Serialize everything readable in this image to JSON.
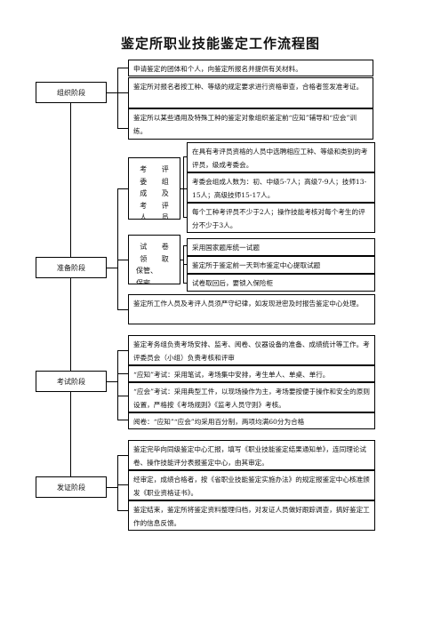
{
  "title": "鉴定所职业技能鉴定工作流程图",
  "stages": {
    "organize": "组织阶段",
    "prepare": "准备阶段",
    "exam": "考试阶段",
    "certificate": "发证阶段"
  },
  "organize_steps": [
    "申请鉴定的团体和个人，向鉴定所报名并提供有关材料。",
    "鉴定所对报名者按工种、等级的规定要求进行资格审查，合格者签发准考证。",
    "鉴定所以某些通用及特殊工种的鉴定对象组织鉴定前“应知”辅导和“应会”训练。"
  ],
  "committee": {
    "label_left": [
      "考",
      "委",
      "成",
      "考",
      "人"
    ],
    "label_right": [
      "评",
      "组",
      "及",
      "评",
      "员"
    ],
    "items": [
      "在具有考评员资格的人员中选聘相应工种、等级和类别的考评员，级成考委会。",
      "考委会组成人数为：初、中级5-7人；高级7-9人；技师13-15人；高级技师15-17人。",
      "每个工种考评员不少于2人；操作技能考核对每个考生的评分不少于3人。"
    ]
  },
  "papers": {
    "label_left": [
      "试",
      "领",
      "保管、",
      "保密"
    ],
    "label_right": [
      "卷",
      "取",
      "",
      ""
    ],
    "items": [
      "采用国家题库统一试题",
      "鉴定所于鉴定前一天到市鉴定中心提取试题",
      "试卷取回后，要锁入保险柜"
    ]
  },
  "prepare_note": "鉴定所工作人员及考评人员须严守纪律，如发现泄密及时报告鉴定中心处理。",
  "exam_steps": [
    "鉴定考务组负责考场安排、监考、阅卷、仪器设备的准备、成绩统计等工作。考评委员会（小组）负责考核和评审",
    "“应知”考试：采用笔试，考场集中安排，考生单人、单桌、单行。",
    "“应会”考试：采用典型工件，以现场操作为主，考场要按便于操作和安全的原则设置，严格按《考场规则》《监考人员守则》考核。",
    "阅卷：“应知”“应会”均采用百分制，两项均满60分为合格"
  ],
  "certificate_steps": [
    "鉴定完毕向同级鉴定中心汇报，填写《职业技能鉴定结果通知单》，连同理论试卷、操作技能评分表报鉴定中心，由其审定。",
    "经审定，成绩合格者，按《省职业技能鉴定实施办法》的规定报鉴定中心核准颁发《职业资格证书》。",
    "鉴定结束，鉴定所将鉴定资料整理归档，对发证人员做好跟踪调查，搞好鉴定工作的信息反馈。"
  ]
}
